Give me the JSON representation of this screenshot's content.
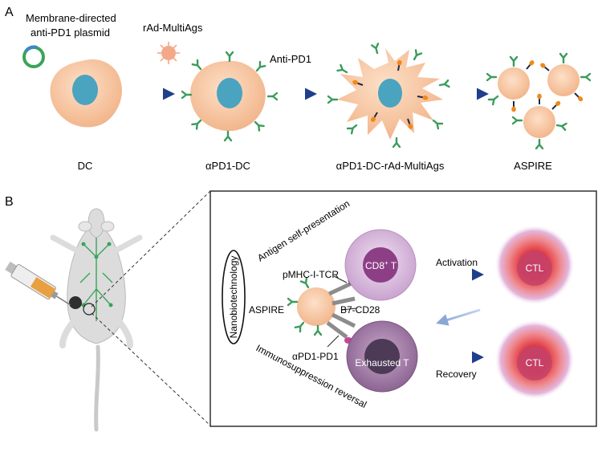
{
  "panel_a": {
    "letter": "A",
    "plasmid_label_line1": "Membrane-directed",
    "plasmid_label_line2": "anti-PD1 plasmid",
    "virus_label": "rAd-MultiAgs",
    "antibody_label": "Anti-PD1",
    "stage_labels": [
      "DC",
      "αPD1-DC",
      "αPD1-DC-rAd-MultiAgs",
      "ASPIRE"
    ]
  },
  "panel_b": {
    "letter": "B",
    "nanotech_label": "Nanobiotechnology",
    "antigen_arc_label": "Antigen self-presentation",
    "immuno_arc_label": "Immunosuppression reversal",
    "aspire_label": "ASPIRE",
    "pmhc_label": "pMHC-I-TCR",
    "b7_label": "B7-CD28",
    "apd1_label": "αPD1-PD1",
    "cd8_label": "CD8",
    "cd8_sup": "+",
    "cd8_suffix": " T",
    "exhausted_label": "Exhausted T",
    "activation_label": "Activation",
    "recovery_label": "Recovery",
    "ctl_label": "CTL"
  },
  "colors": {
    "cell_fill": "#f6c19b",
    "nucleus": "#4aa3bf",
    "arrow": "#2d4e9a",
    "antibody": "#3b9b5b",
    "cd8_cell": "#d9b7dd",
    "exhausted_cell": "#a27aa7",
    "ctl_glow": "#e0303a"
  }
}
